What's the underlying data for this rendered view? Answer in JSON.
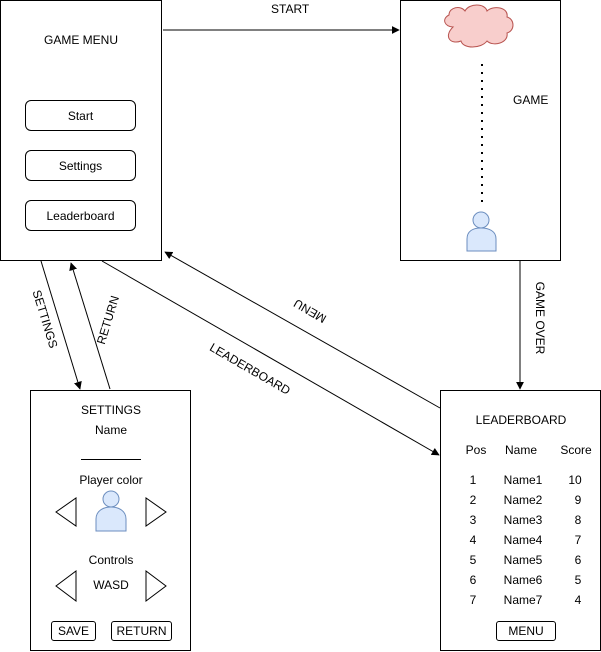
{
  "menu_screen": {
    "title": "GAME MENU",
    "start_label": "Start",
    "settings_label": "Settings",
    "leaderboard_label": "Leaderboard"
  },
  "game_screen": {
    "title": "GAME"
  },
  "settings_screen": {
    "title": "SETTINGS",
    "name_label": "Name",
    "name_value": "",
    "player_color_label": "Player color",
    "controls_label": "Controls",
    "controls_value": "WASD",
    "save_label": "SAVE",
    "return_label": "RETURN"
  },
  "leaderboard_screen": {
    "title": "LEADERBOARD",
    "columns": [
      "Pos",
      "Name",
      "Score"
    ],
    "rows": [
      {
        "pos": "1",
        "name": "Name1",
        "score": "10"
      },
      {
        "pos": "2",
        "name": "Name2",
        "score": "9"
      },
      {
        "pos": "3",
        "name": "Name3",
        "score": "8"
      },
      {
        "pos": "4",
        "name": "Name4",
        "score": "7"
      },
      {
        "pos": "5",
        "name": "Name5",
        "score": "6"
      },
      {
        "pos": "6",
        "name": "Name6",
        "score": "5"
      },
      {
        "pos": "7",
        "name": "Name7",
        "score": "4"
      }
    ],
    "menu_label": "MENU"
  },
  "transitions": {
    "start": "START",
    "game_over": "GAME OVER",
    "settings": "SETTINGS",
    "return": "RETURN",
    "leaderboard": "LEADERBOARD",
    "menu": "MENU"
  },
  "colors": {
    "cloud_fill": "#f8cecc",
    "cloud_stroke": "#b85450",
    "player_fill": "#dae8fc",
    "player_stroke": "#6c8ebf"
  }
}
